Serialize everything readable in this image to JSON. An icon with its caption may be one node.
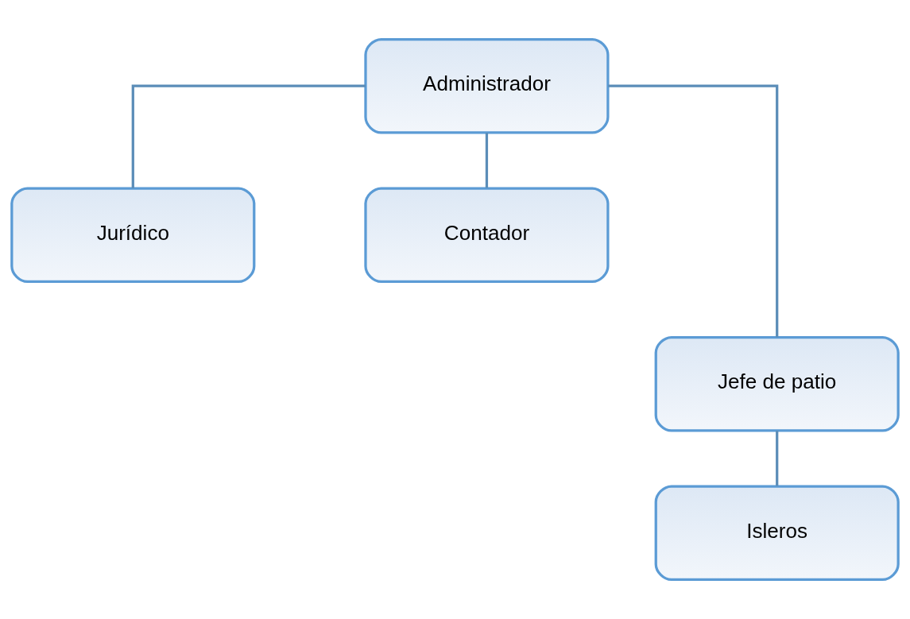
{
  "diagram": {
    "nodes": [
      {
        "text": [
          "Administrador"
        ]
      },
      {
        "text": [
          "Jurídico"
        ]
      },
      {
        "text": [
          "Contador"
        ]
      },
      {
        "text": [
          "Jefe de patio"
        ]
      },
      {
        "text": [
          "Isleros"
        ]
      }
    ],
    "edges": [
      {
        "from": 0,
        "to": 1,
        "arrow": "none"
      },
      {
        "from": 0,
        "to": 2,
        "arrow": "none"
      },
      {
        "from": 0,
        "to": 3,
        "arrow": "none"
      },
      {
        "from": 3,
        "to": 4,
        "arrow": "none"
      }
    ]
  }
}
